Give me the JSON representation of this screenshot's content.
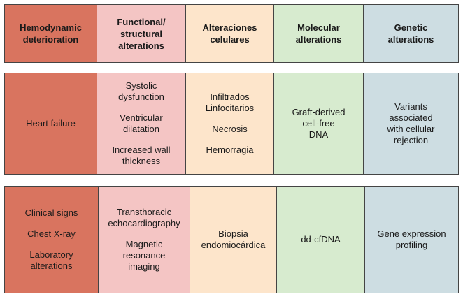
{
  "header": {
    "cells": [
      {
        "lines": [
          "Hemodynamic",
          "deterioration"
        ]
      },
      {
        "lines": [
          "Functional/",
          "structural",
          "alterations"
        ]
      },
      {
        "lines": [
          "Alteraciones",
          "celulares"
        ]
      },
      {
        "lines": [
          "Molecular",
          "alterations"
        ]
      },
      {
        "lines": [
          "Genetic",
          "alterations"
        ]
      }
    ]
  },
  "findings": {
    "cells": [
      {
        "groups": [
          [
            "Heart failure"
          ]
        ]
      },
      {
        "groups": [
          [
            "Systolic",
            "dysfunction"
          ],
          [
            "Ventricular",
            "dilatation"
          ],
          [
            "Increased wall",
            "thickness"
          ]
        ]
      },
      {
        "groups": [
          [
            "Infiltrados",
            "Linfocitarios"
          ],
          [
            "Necrosis"
          ],
          [
            "Hemorragia"
          ]
        ]
      },
      {
        "groups": [
          [
            "Graft-derived",
            "cell-free",
            "DNA"
          ]
        ]
      },
      {
        "groups": [
          [
            "Variants",
            "associated",
            "with cellular",
            "rejection"
          ]
        ]
      }
    ]
  },
  "methods": {
    "cells": [
      {
        "groups": [
          [
            "Clinical signs"
          ],
          [
            "Chest X-ray"
          ],
          [
            "Laboratory",
            "alterations"
          ]
        ]
      },
      {
        "groups": [
          [
            "Transthoracic",
            "echocardiography"
          ],
          [
            "Magnetic",
            "resonance",
            "imaging"
          ]
        ]
      },
      {
        "groups": [
          [
            "Biopsia",
            "endomiocárdica"
          ]
        ]
      },
      {
        "groups": [
          [
            "dd-cfDNA"
          ]
        ]
      },
      {
        "groups": [
          [
            "Gene expression",
            "profiling"
          ]
        ]
      }
    ]
  },
  "colors": {
    "hemodynamic": "#d9745f",
    "functional": "#f4c5c4",
    "cellular": "#fde5cb",
    "molecular": "#d7ebcf",
    "genetic": "#cddde2"
  }
}
